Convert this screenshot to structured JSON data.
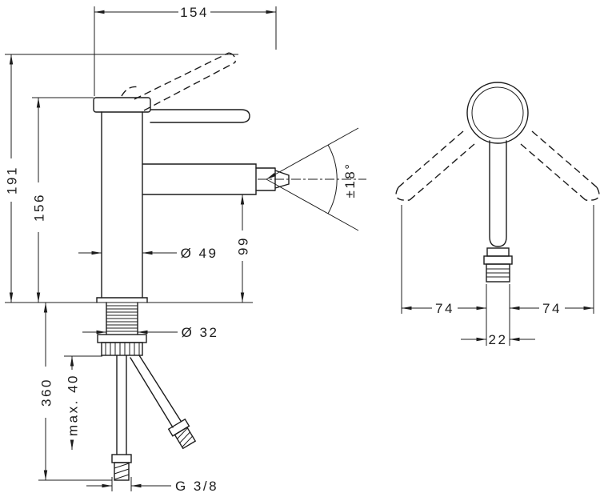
{
  "drawing": {
    "type": "technical-dimension-drawing",
    "subject": "single-lever bidet mixer, front view and side view with handle swing positions",
    "line_color": "#1c1c1c",
    "background": "#ffffff",
    "front_view": {
      "width_top": "154",
      "height_overall": "191",
      "height_body": "156",
      "body_diameter": "Ø 49",
      "spout_height": "99",
      "aerator_swivel": "±18°",
      "shank_diameter": "Ø 32",
      "hose_length": "360",
      "max_mounting_thickness": "max. 40",
      "connection_thread": "G 3/8"
    },
    "side_view": {
      "reach_left": "74",
      "reach_right": "74",
      "width_center": "22"
    }
  }
}
